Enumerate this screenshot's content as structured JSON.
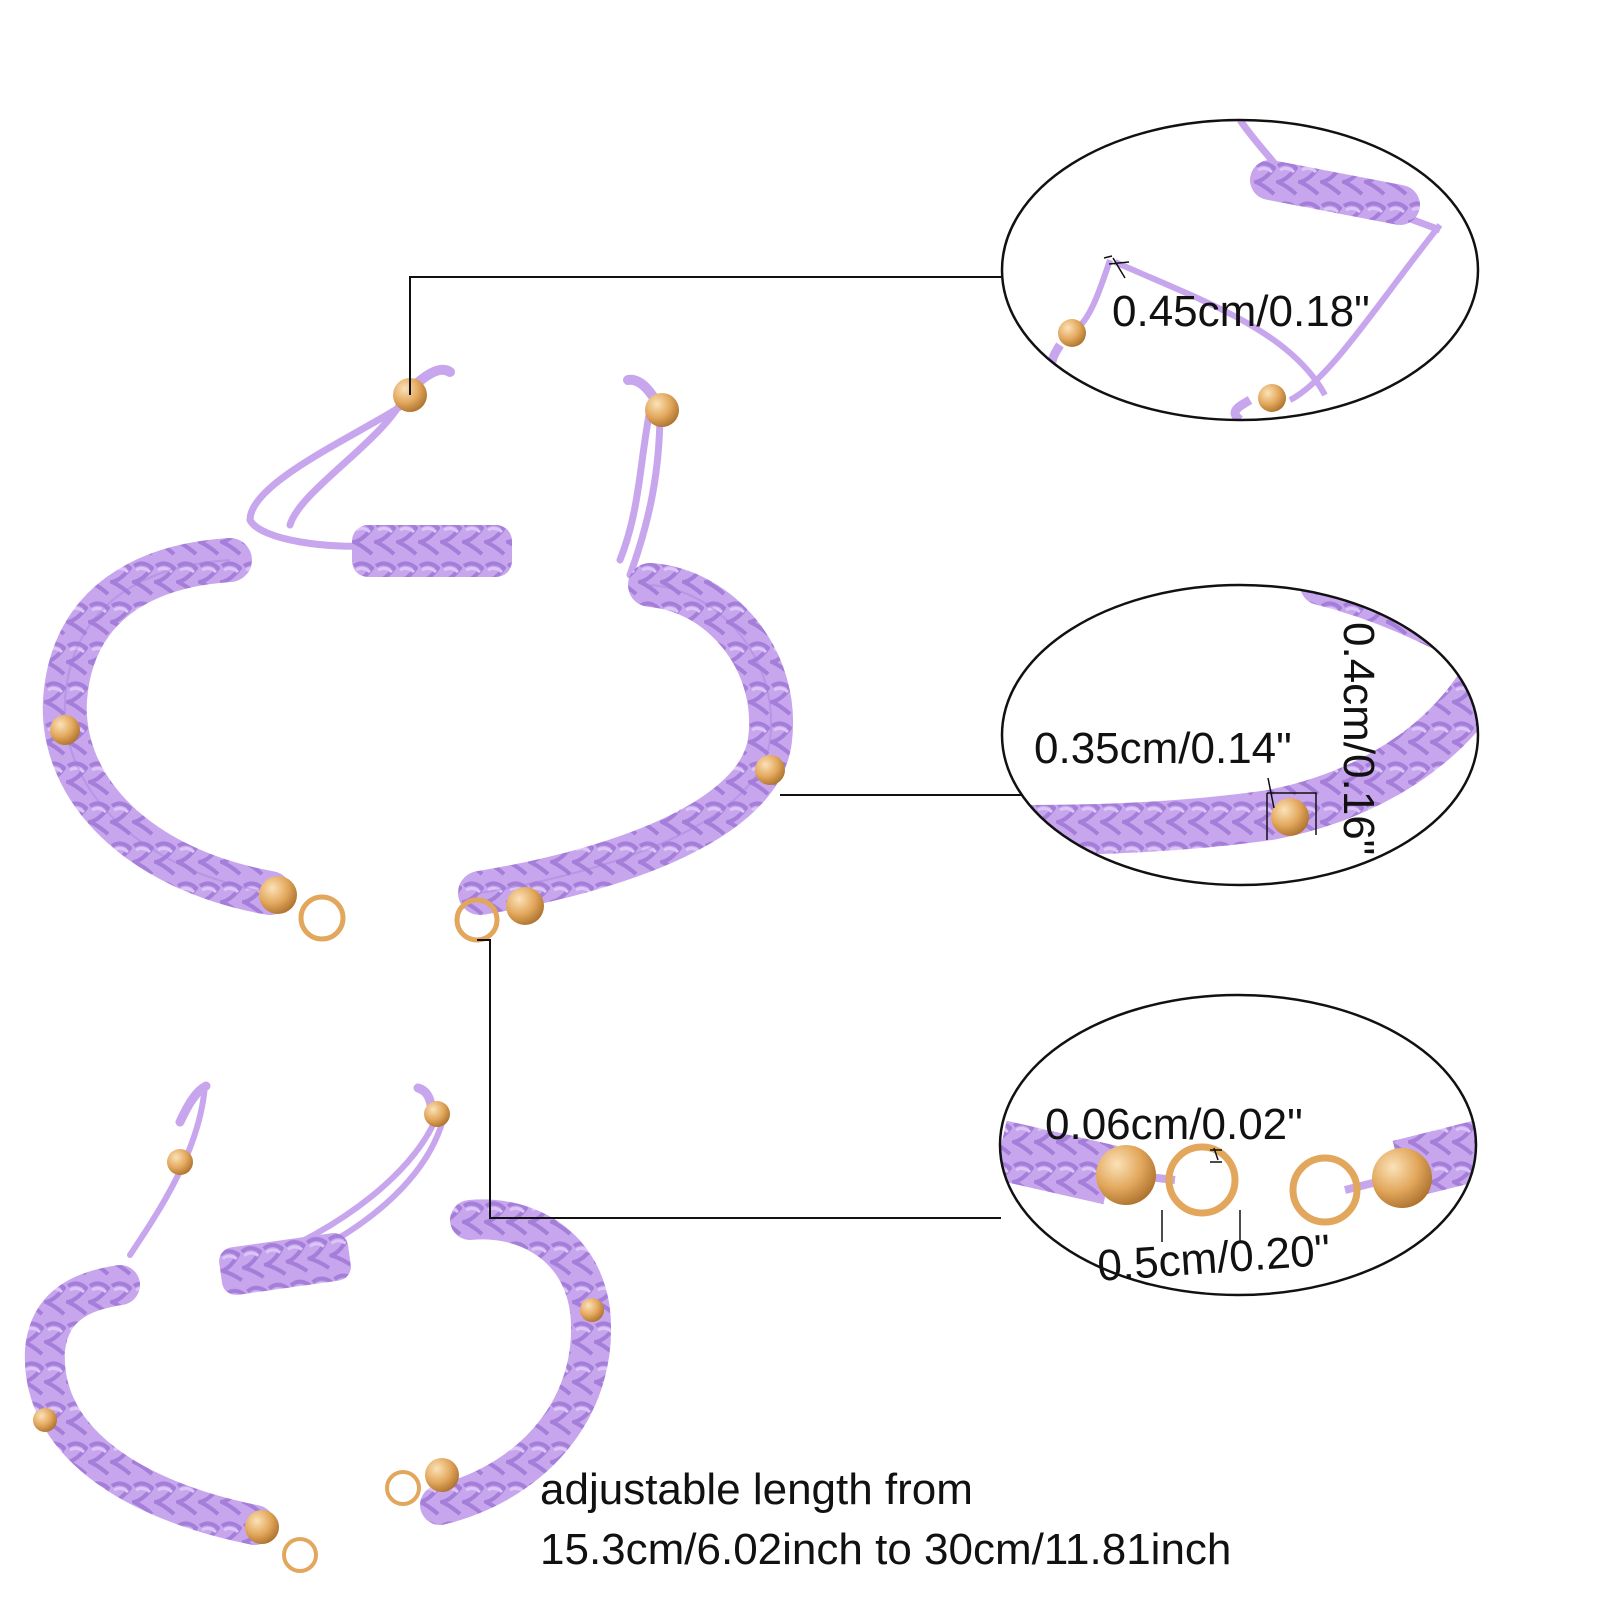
{
  "colors": {
    "cord": "#c7a6ee",
    "cord_shade": "#a47ed9",
    "cord_light": "#dcc6f7",
    "metal": "#e2a75c",
    "metal_light": "#fbe2b8",
    "metal_dark": "#a96e2a",
    "line": "#111111",
    "background": "#ffffff"
  },
  "callouts": {
    "cord_width": "0.45cm/0.18\"",
    "braid_width": "0.35cm/0.14\"",
    "bead_size": "0.4cm/0.16\"",
    "ring_thickness": "0.06cm/0.02\"",
    "ring_diameter": "0.5cm/0.20\""
  },
  "caption": {
    "line1": "adjustable length from",
    "line2": "15.3cm/6.02inch to 30cm/11.81inch"
  }
}
